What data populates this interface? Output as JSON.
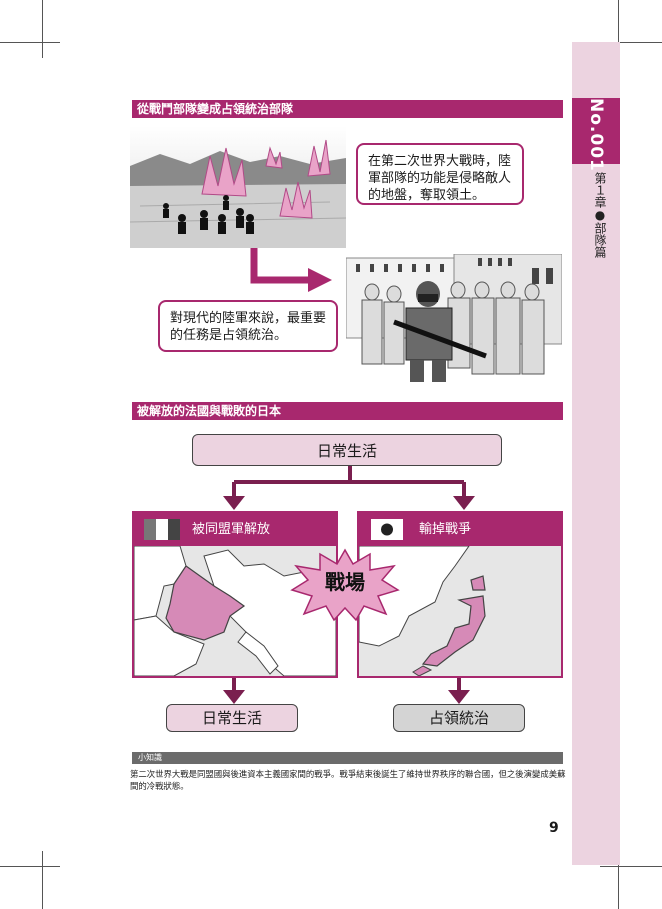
{
  "sidebar": {
    "chapter_number": "No.001",
    "chapter_title": "第１章●部隊篇"
  },
  "section1": {
    "heading": "從戰鬥部隊變成占領統治部隊",
    "bubble_top": "在第二次世界大戰時，陸軍部隊的功能是侵略敵人的地盤，奪取領土。",
    "bubble_bottom": "對現代的陸軍來說，最重要的任務是占領統治。"
  },
  "section2": {
    "heading": "被解放的法國與戰敗的日本",
    "top_box": "日常生活",
    "left_panel": {
      "label": "被同盟軍解放",
      "result": "日常生活"
    },
    "right_panel": {
      "label": "輸掉戰爭",
      "result": "占領統治"
    },
    "center_burst": "戰場"
  },
  "tidbit": {
    "label": "小知識",
    "text": "第二次世界大戰是同盟國與後進資本主義國家間的戰爭。戰爭結束後誕生了維持世界秩序的聯合國，但之後演變成美蘇間的冷戰狀態。"
  },
  "page_number": "9",
  "colors": {
    "accent": "#a8286e",
    "pink_light": "#ecd3e0",
    "gray": "#6b6b6b"
  }
}
